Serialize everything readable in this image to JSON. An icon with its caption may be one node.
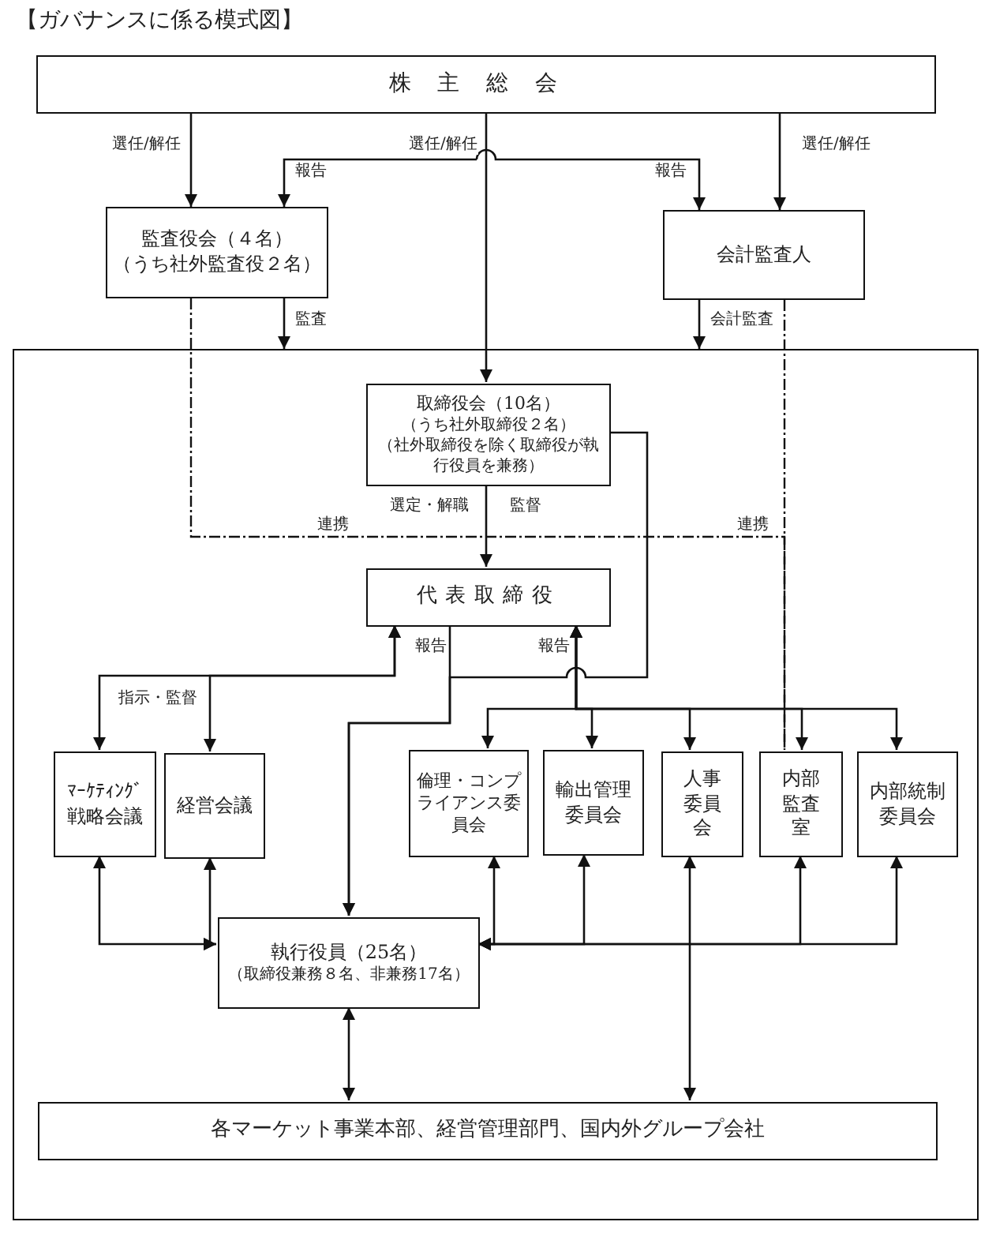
{
  "diagram": {
    "title": "【ガバナンスに係る模式図】",
    "nodes": [
      {
        "text": [
          "株主総会"
        ]
      },
      {
        "text": [
          "監査役会（４名）",
          "（うち社外監査役２名）"
        ]
      },
      {
        "text": [
          "会計監査人"
        ]
      },
      {
        "text": [],
        "shape": "box"
      },
      {
        "text": [
          "取締役会（10名）",
          "（うち社外取締役２名）",
          "（社外取締役を除く取締役が執行役員を兼務）"
        ],
        "in": 3
      },
      {
        "text": [
          "代表取締役"
        ],
        "in": 3
      },
      {
        "text": [
          "ﾏｰｹﾃｨﾝｸﾞ戦略会議"
        ],
        "in": 3
      },
      {
        "text": [
          "経営会議"
        ],
        "in": 3
      },
      {
        "text": [
          "倫理・コンプライアンス委員会"
        ],
        "in": 3
      },
      {
        "text": [
          "輸出管理委員会"
        ],
        "in": 3
      },
      {
        "text": [
          "人事委員会"
        ],
        "in": 3
      },
      {
        "text": [
          "内部監査室"
        ],
        "in": 3
      },
      {
        "text": [
          "内部統制委員会"
        ],
        "in": 3
      },
      {
        "text": [
          "執行役員（25名）",
          "（取締役兼務８名、非兼務17名）"
        ],
        "in": 3
      },
      {
        "text": [
          "各マーケット事業本部、経営管理部門、国内外グループ会社"
        ],
        "in": 3
      }
    ],
    "edges": [
      {
        "from": 0,
        "to": 1,
        "arrow": "to",
        "label": "選任/解任"
      },
      {
        "from": 0,
        "to": 2,
        "arrow": "to",
        "label": "選任/解任"
      },
      {
        "from": 0,
        "to": 4,
        "arrow": "to",
        "label": "選任/解任"
      },
      {
        "from": null,
        "to": 1,
        "arrow": "to",
        "label": "報告"
      },
      {
        "from": null,
        "to": 2,
        "arrow": "to",
        "label": "報告"
      },
      {
        "from": 1,
        "to": 3,
        "arrow": "to",
        "label": "監査"
      },
      {
        "from": 2,
        "to": 3,
        "arrow": "to",
        "label": "会計監査"
      },
      {
        "from": 1,
        "to": 11,
        "arrow": "none",
        "label": "連携",
        "style": "dashed"
      },
      {
        "from": 2,
        "to": 11,
        "arrow": "none",
        "label": "連携",
        "style": "dashed"
      },
      {
        "from": 4,
        "to": 5,
        "arrow": "to",
        "label": "選定・解職"
      },
      {
        "from": 4,
        "to": 13,
        "arrow": "to"
      },
      {
        "from": 5,
        "to": 13,
        "arrow": "to"
      },
      {
        "from": 5,
        "to": 6,
        "arrow": "both",
        "label": "報告"
      },
      {
        "from": 5,
        "to": 7,
        "arrow": "both",
        "label": "指示・監督"
      },
      {
        "from": 5,
        "to": 8,
        "arrow": "both",
        "label": "報告"
      },
      {
        "from": 5,
        "to": 9,
        "arrow": "both"
      },
      {
        "from": 5,
        "to": 10,
        "arrow": "both"
      },
      {
        "from": 5,
        "to": 11,
        "arrow": "both"
      },
      {
        "from": 5,
        "to": 12,
        "arrow": "both"
      },
      {
        "from": 6,
        "to": 13,
        "arrow": "both"
      },
      {
        "from": 7,
        "to": 13,
        "arrow": "both"
      },
      {
        "from": 8,
        "to": 13,
        "arrow": "both"
      },
      {
        "from": 9,
        "to": 13,
        "arrow": "both"
      },
      {
        "from": 11,
        "to": 13,
        "arrow": "both"
      },
      {
        "from": 12,
        "to": 13,
        "arrow": "both"
      },
      {
        "from": 10,
        "to": 14,
        "arrow": "both"
      },
      {
        "from": 13,
        "to": 14,
        "arrow": "both"
      }
    ],
    "labels": [
      "監督"
    ]
  }
}
